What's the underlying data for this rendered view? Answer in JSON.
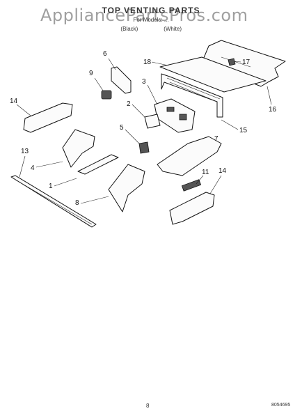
{
  "header": {
    "title": "TOP VENTING PARTS",
    "models": "For Models: ...",
    "color_black": "(Black)",
    "color_white": "(White)"
  },
  "watermark": "AppliancePartsPros.com",
  "footer": {
    "page_number": "8",
    "doc_number": "8054695"
  },
  "callouts": [
    {
      "id": "1",
      "label": "1"
    },
    {
      "id": "2",
      "label": "2"
    },
    {
      "id": "3",
      "label": "3"
    },
    {
      "id": "4",
      "label": "4"
    },
    {
      "id": "5",
      "label": "5"
    },
    {
      "id": "6",
      "label": "6"
    },
    {
      "id": "7",
      "label": "7"
    },
    {
      "id": "8",
      "label": "8"
    },
    {
      "id": "9",
      "label": "9"
    },
    {
      "id": "11",
      "label": "11"
    },
    {
      "id": "13",
      "label": "13"
    },
    {
      "id": "14a",
      "label": "14"
    },
    {
      "id": "14b",
      "label": "14"
    },
    {
      "id": "15",
      "label": "15"
    },
    {
      "id": "16",
      "label": "16"
    },
    {
      "id": "17",
      "label": "17"
    },
    {
      "id": "18",
      "label": "18"
    }
  ]
}
